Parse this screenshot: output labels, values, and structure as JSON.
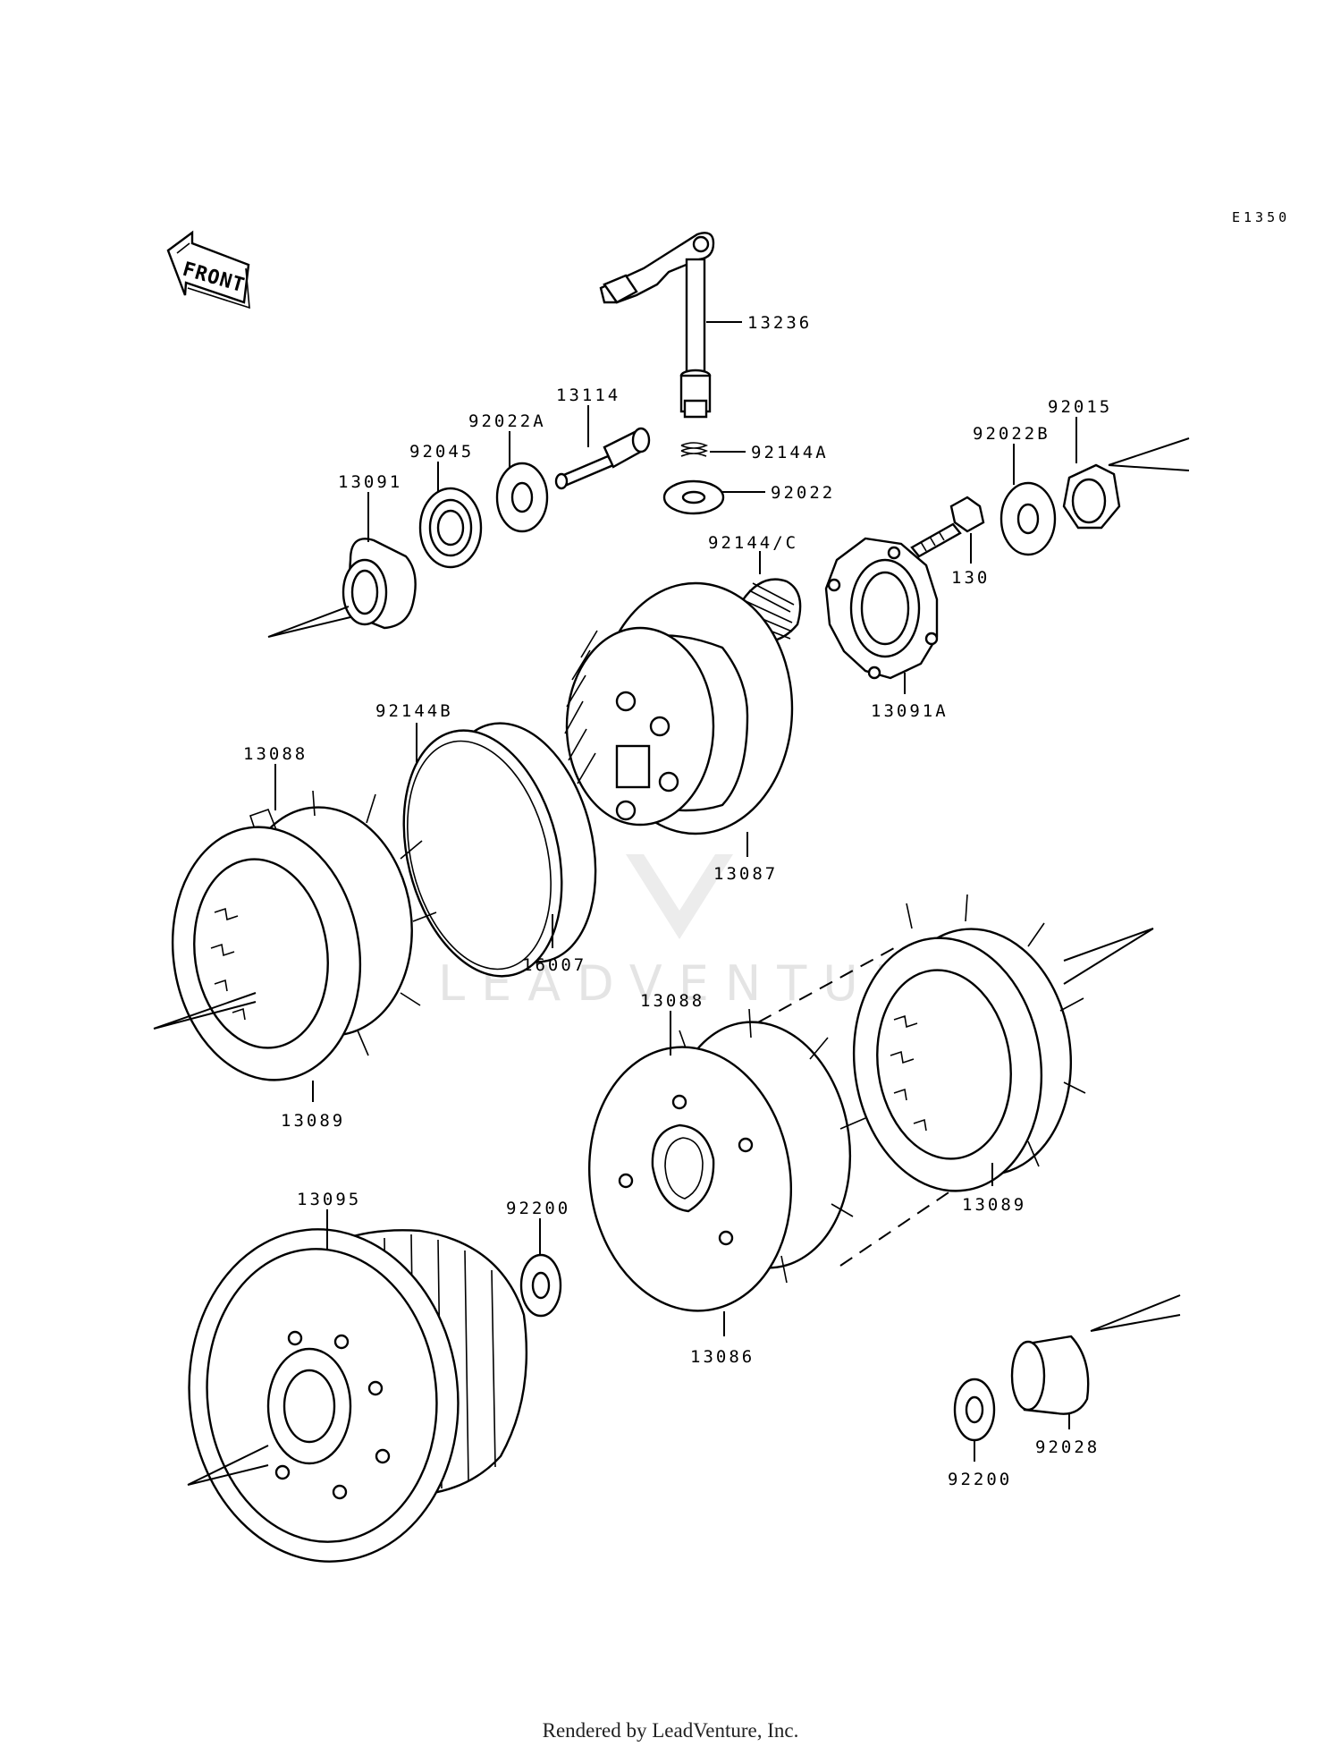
{
  "diagram": {
    "code": "E1350",
    "front_label": "FRONT",
    "watermark": "LEADVENTURE"
  },
  "parts": [
    {
      "number": "13236"
    },
    {
      "number": "13114"
    },
    {
      "number": "92022A"
    },
    {
      "number": "92045"
    },
    {
      "number": "13091"
    },
    {
      "number": "92144A"
    },
    {
      "number": "92022"
    },
    {
      "number": "92022B"
    },
    {
      "number": "92015"
    },
    {
      "number": "92144/C"
    },
    {
      "number": "130"
    },
    {
      "number": "13091A"
    },
    {
      "number": "92144B"
    },
    {
      "number": "13088"
    },
    {
      "number": "13087"
    },
    {
      "number": "16007"
    },
    {
      "number": "13089"
    },
    {
      "number": "13088"
    },
    {
      "number": "13089"
    },
    {
      "number": "13095"
    },
    {
      "number": "92200"
    },
    {
      "number": "13086"
    },
    {
      "number": "92200"
    },
    {
      "number": "92028"
    }
  ],
  "footer": "Rendered by LeadVenture, Inc."
}
